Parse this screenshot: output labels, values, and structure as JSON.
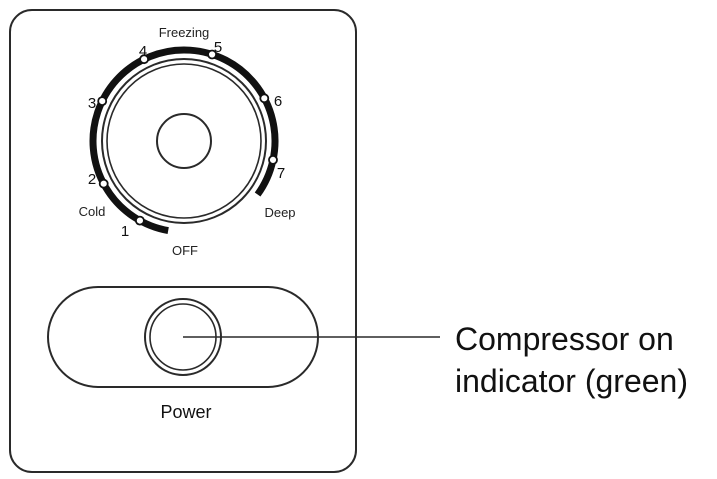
{
  "dial": {
    "label_top": "Freezing",
    "label_left": "Cold",
    "label_right": "Deep",
    "label_bottom": "OFF",
    "positions": [
      "1",
      "2",
      "3",
      "4",
      "5",
      "6",
      "7"
    ]
  },
  "power": {
    "label": "Power"
  },
  "callout": {
    "line1": "Compressor on",
    "line2": "indicator (green)"
  }
}
